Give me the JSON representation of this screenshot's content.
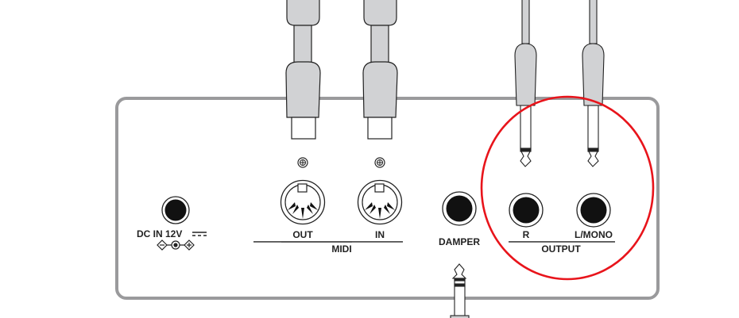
{
  "labels": {
    "dc_in": "DC IN 12V",
    "midi_out": "OUT",
    "midi_in": "IN",
    "midi": "MIDI",
    "damper": "DAMPER",
    "output_r": "R",
    "output_l_mono": "L/MONO",
    "output": "OUTPUT"
  },
  "colors": {
    "panel_stroke": "#9a9a9c",
    "plug_fill": "#d1d2d4",
    "highlight": "#e8141b"
  }
}
